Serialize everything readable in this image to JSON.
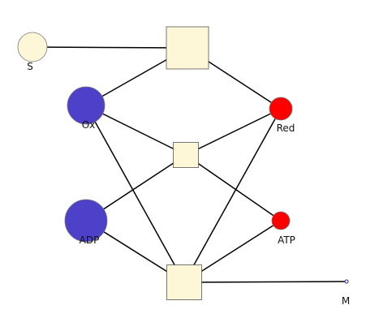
{
  "nodes": [
    {
      "id": "S",
      "label": "S",
      "shape": "circle",
      "fill": "#fdf7d7"
    },
    {
      "id": "Ox",
      "label": "Ox",
      "shape": "circle",
      "fill": "#4d40c9"
    },
    {
      "id": "ADP",
      "label": "ADP",
      "shape": "circle",
      "fill": "#4d40c9"
    },
    {
      "id": "Red",
      "label": "Red",
      "shape": "circle",
      "fill": "#ff0000"
    },
    {
      "id": "ATP",
      "label": "ATP",
      "shape": "circle",
      "fill": "#ff0000"
    },
    {
      "id": "M",
      "label": "M",
      "shape": "circle",
      "fill": "#2222aa"
    },
    {
      "id": "R_top",
      "label": "",
      "shape": "square",
      "fill": "#fdf7d7"
    },
    {
      "id": "R_mid",
      "label": "",
      "shape": "square",
      "fill": "#fdf7d7"
    },
    {
      "id": "R_bot",
      "label": "",
      "shape": "square",
      "fill": "#fdf7d7"
    }
  ],
  "edges": [
    {
      "from": "S",
      "to": "R_top"
    },
    {
      "from": "Ox",
      "to": "R_top"
    },
    {
      "from": "R_top",
      "to": "Red"
    },
    {
      "from": "Ox",
      "to": "R_mid"
    },
    {
      "from": "R_mid",
      "to": "Red"
    },
    {
      "from": "ADP",
      "to": "R_mid"
    },
    {
      "from": "R_mid",
      "to": "ATP"
    },
    {
      "from": "Ox",
      "to": "R_bot"
    },
    {
      "from": "ADP",
      "to": "R_bot"
    },
    {
      "from": "R_bot",
      "to": "Red"
    },
    {
      "from": "R_bot",
      "to": "ATP"
    },
    {
      "from": "R_bot",
      "to": "M"
    }
  ]
}
